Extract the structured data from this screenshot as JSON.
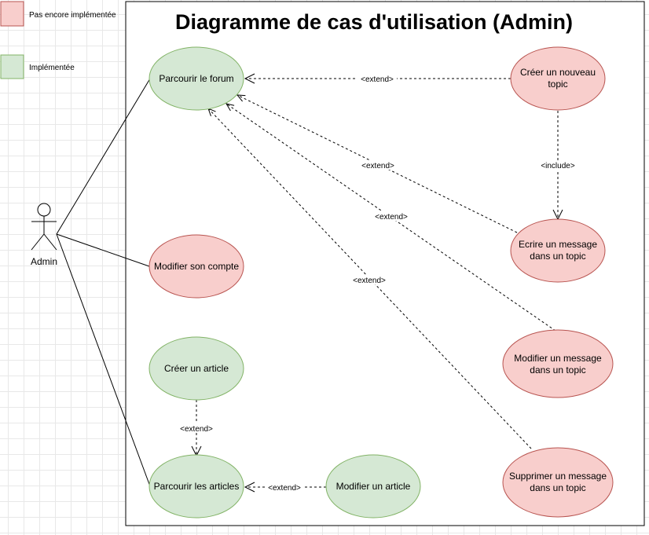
{
  "title": "Diagramme de cas d'utilisation (Admin)",
  "legend": {
    "not_implemented": "Pas encore implémentée",
    "implemented": "Implémentée"
  },
  "colors": {
    "not_implemented_fill": "#f8cecc",
    "not_implemented_stroke": "#b85450",
    "implemented_fill": "#d5e8d4",
    "implemented_stroke": "#82b366"
  },
  "actor": {
    "name": "Admin"
  },
  "use_cases": {
    "parcourir_forum": "Parcourir le forum",
    "creer_topic_1": "Créer un nouveau",
    "creer_topic_2": "topic",
    "modifier_compte": "Modifier son compte",
    "ecrire_message_1": "Ecrire un message",
    "ecrire_message_2": "dans un topic",
    "modifier_message_1": "Modifier un message",
    "modifier_message_2": "dans un topic",
    "supprimer_message_1": "Supprimer un message",
    "supprimer_message_2": "dans un topic",
    "creer_article": "Créer un article",
    "parcourir_articles": "Parcourir les articles",
    "modifier_article": "Modifier un article"
  },
  "relations": {
    "extend": "<extend>",
    "extend_creer_article": "<extend>",
    "extend_modifier_article": "<extend>",
    "include": "<include>"
  }
}
